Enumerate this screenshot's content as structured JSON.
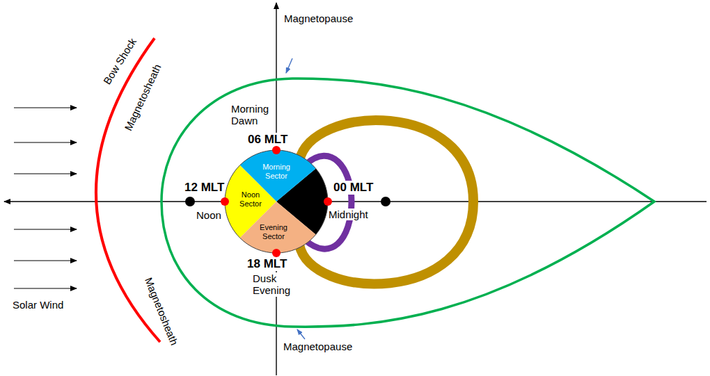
{
  "diagram": {
    "nodes": [
      {
        "text": [
          "Morning Sector"
        ]
      },
      {
        "text": [
          "Noon Sector"
        ]
      },
      {
        "text": [
          "Evening Sector"
        ]
      }
    ],
    "labels": [
      "Bow Shock",
      "Magnetosheath",
      "Magnetopause",
      "Morning Dawn",
      "06 MLT",
      "12 MLT",
      "Noon",
      "00 MLT",
      "Midnight",
      "18 MLT",
      "Dusk Evening",
      "Solar Wind",
      "Magnetosheath",
      "Magnetopause"
    ]
  }
}
